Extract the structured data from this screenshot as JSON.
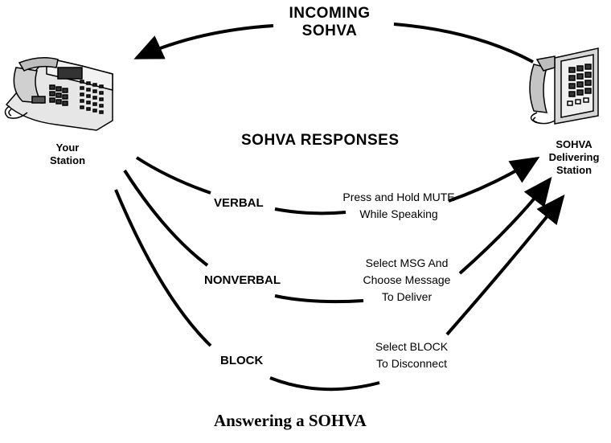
{
  "diagram": {
    "incoming": {
      "line1": "INCOMING",
      "line2": "SOHVA"
    },
    "your_station": {
      "line1": "Your",
      "line2": "Station",
      "icon": "desk-phone-icon"
    },
    "delivering_station": {
      "line1": "SOHVA",
      "line2": "Delivering",
      "line3": "Station",
      "icon": "wall-phone-icon"
    },
    "responses_heading": "SOHVA RESPONSES",
    "responses": [
      {
        "label": "VERBAL",
        "instruction": [
          "Press and Hold MUTE",
          "While Speaking"
        ]
      },
      {
        "label": "NONVERBAL",
        "instruction": [
          "Select MSG And",
          "Choose Message",
          "To Deliver"
        ]
      },
      {
        "label": "BLOCK",
        "instruction": [
          "Select BLOCK",
          "To Disconnect"
        ]
      }
    ],
    "caption": "Answering a SOHVA"
  }
}
